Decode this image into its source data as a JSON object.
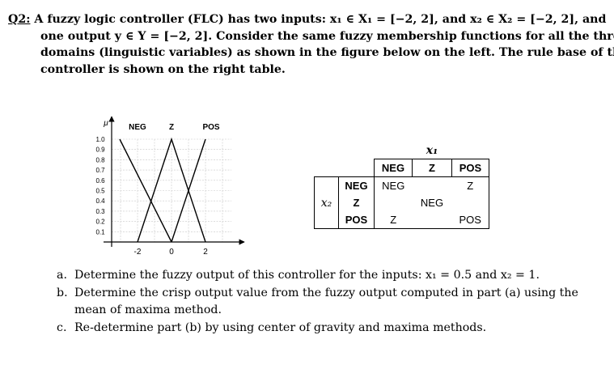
{
  "intro": {
    "label": "Q2:",
    "line1": " A fuzzy logic controller (FLC) has two inputs: x₁ ∈ X₁ = [−2, 2], and x₂ ∈ X₂ = [−2, 2], and",
    "line2": "one output y ∈ Y = [−2, 2]. Consider the same fuzzy membership functions for all the three",
    "line3": "domains (linguistic variables) as shown in the figure below on the left. The rule base of the",
    "line4": "controller is shown on the right table."
  },
  "membership_chart": {
    "y_axis_symbol": "μ",
    "set_labels": [
      "NEG",
      "Z",
      "POS"
    ],
    "y_ticks": [
      "1.0",
      "0.9",
      "0.8",
      "0.7",
      "0.6",
      "0.5",
      "0.4",
      "0.3",
      "0.2",
      "0.1"
    ],
    "x_ticks": [
      "-2",
      "0",
      "2"
    ]
  },
  "rule_table": {
    "col_var": "x₁",
    "row_var": "x₂",
    "col_headers": [
      "NEG",
      "Z",
      "POS"
    ],
    "rows": [
      {
        "header": "NEG",
        "cells": [
          "NEG",
          "",
          "Z"
        ]
      },
      {
        "header": "Z",
        "cells": [
          "",
          "NEG",
          ""
        ]
      },
      {
        "header": "POS",
        "cells": [
          "Z",
          "",
          "POS"
        ]
      }
    ]
  },
  "tasks": [
    {
      "marker": "a.",
      "text": "Determine the fuzzy output of this controller for the inputs: x₁ = 0.5 and x₂ = 1."
    },
    {
      "marker": "b.",
      "text": "Determine the crisp output value from the fuzzy output computed in part (a) using the mean of maxima method."
    },
    {
      "marker": "c.",
      "text": "Re-determine part (b) by using center of gravity and maxima methods."
    }
  ]
}
